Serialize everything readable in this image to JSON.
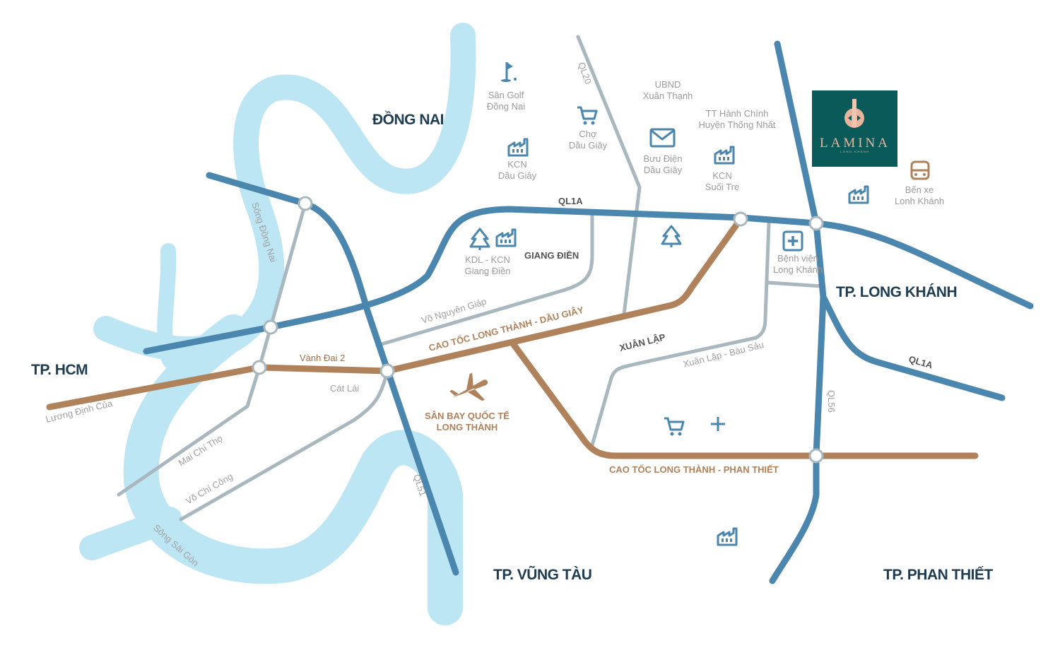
{
  "colors": {
    "highway": "#4a86ad",
    "expressway": "#b0825c",
    "road": "#a9b7bf",
    "river": "#bde6f4",
    "logo_bg": "#0b5a5a",
    "logo_text": "#e8b49c"
  },
  "regions": {
    "dong_nai": "ĐỒNG NAI",
    "tp_hcm": "TP. HCM",
    "long_khanh": "TP. LONG KHÁNH",
    "vung_tau": "TP. VŨNG TÀU",
    "phan_thiet": "TP. PHAN THIẾT",
    "giang_dien": "GIANG ĐIỀN"
  },
  "logo": {
    "name": "LAMINA",
    "sub": "LONG KHÁNH"
  },
  "roads": {
    "ql1a_top": "QL1A",
    "ql1a_right": "QL1A",
    "ql20": "QL20",
    "ql51": "QL51",
    "ql56": "QL56",
    "vanh_dai_2": "Vành Đai 2",
    "cat_lai": "Cát Lái",
    "luong_dinh_cua": "Lương Định Của",
    "mai_chi_tho": "Mai Chí Thọ",
    "vo_chi_cong": "Võ Chí Công",
    "vo_nguyen_giap": "Võ Nguyên Giáp",
    "xuan_lap": "XUÂN LẬP",
    "xuan_lap_bau_sau": "Xuân Lập - Bàu Sáu",
    "cao_toc_lt_dg": "CAO TỐC LONG THÀNH - DẦU GIÂY",
    "cao_toc_lt_pt": "CAO TỐC LONG THÀNH - PHAN THIẾT"
  },
  "rivers": {
    "song_dong_nai": "Sông Đồng Nai",
    "song_sai_gon": "Sông Sài Gòn"
  },
  "pois": {
    "golf": [
      "Sân Golf",
      "Đồng Nai"
    ],
    "kcn_dau_giay": [
      "KCN",
      "Dầu Giây"
    ],
    "cho_dau_giay": [
      "Chợ",
      "Dầu Giây"
    ],
    "ubnd": [
      "UBND",
      "Xuân Thạnh"
    ],
    "tt_hanh_chinh": [
      "TT Hành Chính",
      "Huyện Thống Nhất"
    ],
    "buu_dien": [
      "Bưu Điện",
      "Dầu Giây"
    ],
    "kcn_suoi_tre": [
      "KCN",
      "Suối Tre"
    ],
    "ben_xe": [
      "Bến xe",
      "Lonh Khánh"
    ],
    "kdl_kcn": [
      "KDL - KCN",
      "Giang Điền"
    ],
    "benh_vien": [
      "Bệnh viện",
      "Long Khánh"
    ],
    "san_bay": [
      "SÂN BAY QUỐC TẾ",
      "LONG THÀNH"
    ]
  }
}
